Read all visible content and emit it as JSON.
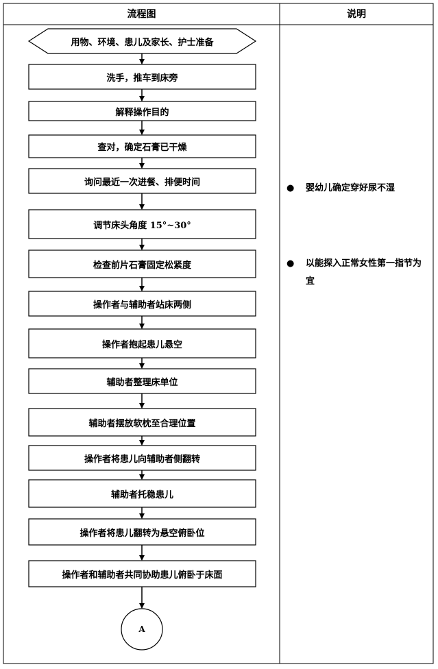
{
  "table": {
    "header_flow": "流程图",
    "header_notes": "说明"
  },
  "flow": {
    "start": "用物、环境、患儿及家长、护士准备",
    "steps": [
      "洗手，推车到床旁",
      "解释操作目的",
      "查对，确定石膏已干燥",
      "询问最近一次进餐、排便时间",
      "调节床头角度 15°~30°",
      "检查前片石膏固定松紧度",
      "操作者与辅助者站床两侧",
      "操作者抱起患儿悬空",
      "辅助者整理床单位",
      "辅助者摆放软枕至合理位置",
      "操作者将患儿向辅助者侧翻转",
      "辅助者托稳患儿",
      "操作者将患儿翻转为悬空俯卧位",
      "操作者和辅助者共同协助患儿俯卧于床面"
    ],
    "connector": "A"
  },
  "notes": [
    {
      "bullet": "●",
      "text": "婴幼儿确定穿好尿不湿"
    },
    {
      "bullet": "●",
      "text": "以能探入正常女性第一指节为宜"
    }
  ]
}
